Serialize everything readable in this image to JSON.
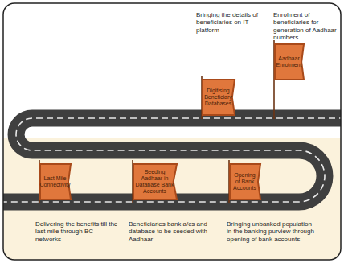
{
  "diagram": {
    "nodes": [
      {
        "text": [
          "Digitising Beneficiary Databases",
          "Bringing the details of beneficiaries on IT platform"
        ]
      },
      {
        "text": [
          "Aadhaar Enrolment",
          "Enrolment of beneficiaries for generation of Aadhaar numbers"
        ]
      },
      {
        "text": [
          "Opening of Bank Accounts",
          "Bringing unbanked population in the banking purview through opening of bank accounts"
        ]
      },
      {
        "text": [
          "Seeding Aadhaar in Database Bank Accounts",
          "Beneficiaries bank a/cs and database to be seeded with Aadhaar"
        ]
      },
      {
        "text": [
          "Last Mile Connectivity",
          "Delivering the benefits till the last mile through BC networks"
        ]
      }
    ]
  }
}
